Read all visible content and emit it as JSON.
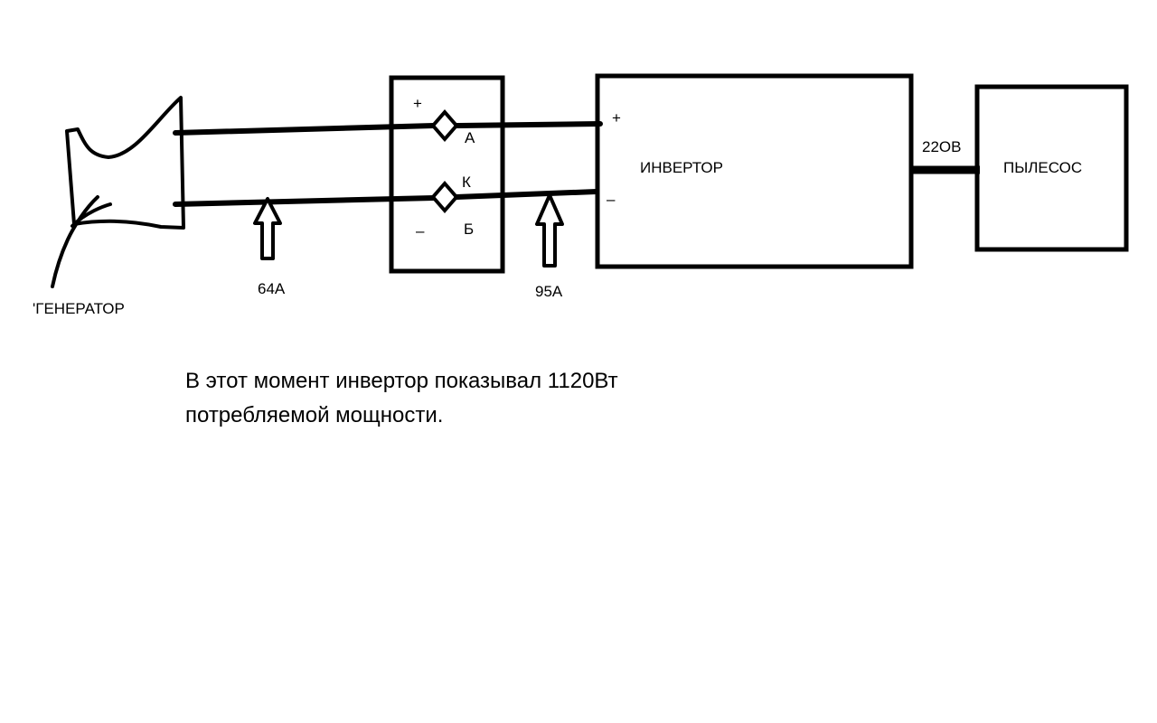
{
  "colors": {
    "ink": "#000000",
    "background": "#ffffff"
  },
  "generator": {
    "label": "'ГЕНЕРАТОР",
    "icon": "generator-icon"
  },
  "current_in": {
    "label": "64А",
    "icon": "arrow-up-icon"
  },
  "junction_box": {
    "plus": "+",
    "minus": "–",
    "terminal_a": "А",
    "terminal_k": "К",
    "terminal_b": "Б"
  },
  "current_out": {
    "label": "95А",
    "icon": "arrow-up-icon"
  },
  "inverter": {
    "label": "ИНВЕРТОР",
    "plus": "+",
    "minus": "–"
  },
  "output_voltage": "22ОВ",
  "load": {
    "label": "ПЫЛЕСОС"
  },
  "note": {
    "line1": "В этот момент инвертор показывал 1120Вт",
    "line2": "потребляемой мощности."
  }
}
